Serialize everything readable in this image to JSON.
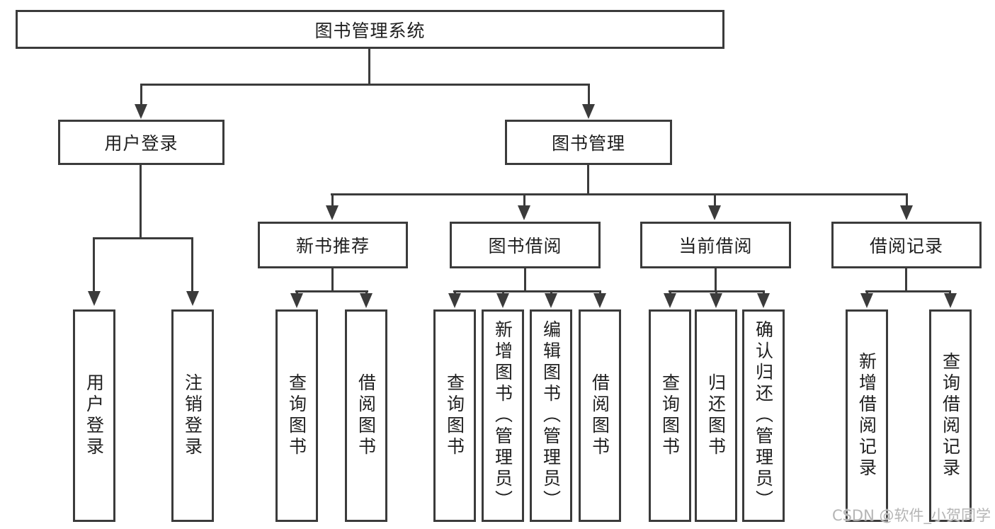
{
  "nodes": {
    "root": "图书管理系统",
    "user_login": "用户登录",
    "book_management": "图书管理",
    "new_book_recommend": "新书推荐",
    "book_borrow": "图书借阅",
    "current_borrow": "当前借阅",
    "borrow_records": "借阅记录",
    "leaf_user_login": "用户登录",
    "leaf_logout": "注销登录",
    "leaf_nb_query": "查询图书",
    "leaf_nb_borrow": "借阅图书",
    "leaf_bb_query": "查询图书",
    "leaf_bb_add": "新增图书（管理员）",
    "leaf_bb_edit": "编辑图书（管理员）",
    "leaf_bb_borrow": "借阅图书",
    "leaf_cb_query": "查询图书",
    "leaf_cb_return": "归还图书",
    "leaf_cb_confirm": "确认归还（管理员）",
    "leaf_br_add": "新增借阅记录",
    "leaf_br_query": "查询借阅记录"
  },
  "watermark": "CSDN @软件_小贺同学",
  "colors": {
    "line": "#3b3b3b",
    "text": "#1f1f1f",
    "background": "#ffffff",
    "watermark": "#b5b5b5"
  }
}
